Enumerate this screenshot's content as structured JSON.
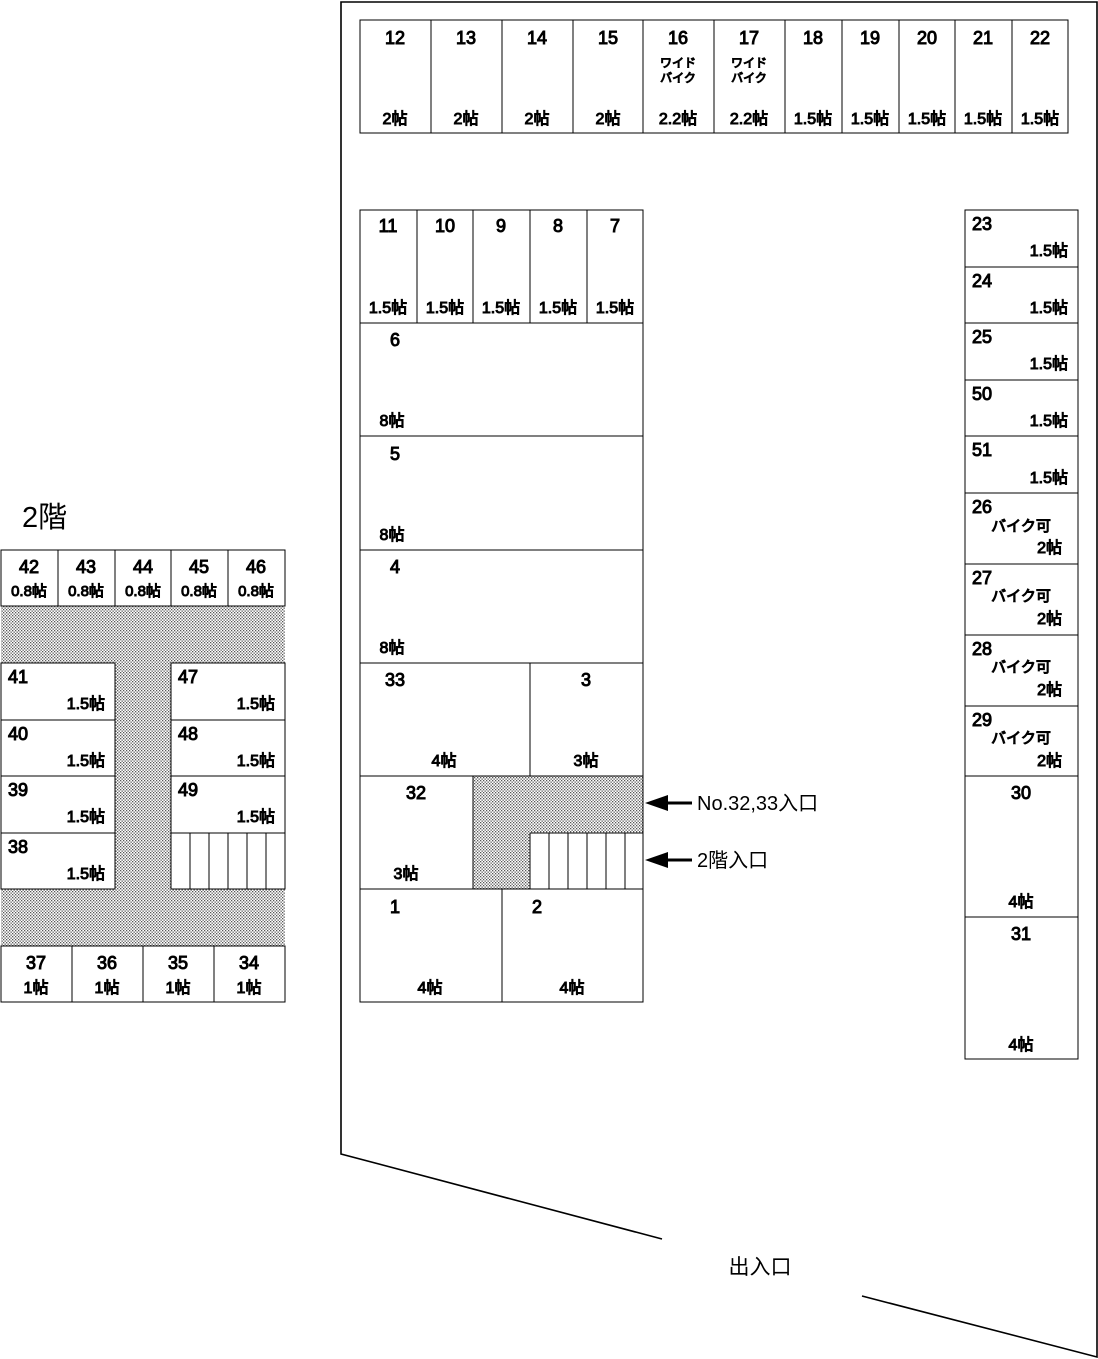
{
  "floor2": {
    "title": "2階",
    "units": [
      {
        "no": "42",
        "size": "0.8帖"
      },
      {
        "no": "43",
        "size": "0.8帖"
      },
      {
        "no": "44",
        "size": "0.8帖"
      },
      {
        "no": "45",
        "size": "0.8帖"
      },
      {
        "no": "46",
        "size": "0.8帖"
      },
      {
        "no": "41",
        "size": "1.5帖"
      },
      {
        "no": "40",
        "size": "1.5帖"
      },
      {
        "no": "39",
        "size": "1.5帖"
      },
      {
        "no": "38",
        "size": "1.5帖"
      },
      {
        "no": "47",
        "size": "1.5帖"
      },
      {
        "no": "48",
        "size": "1.5帖"
      },
      {
        "no": "49",
        "size": "1.5帖"
      },
      {
        "no": "37",
        "size": "1帖"
      },
      {
        "no": "36",
        "size": "1帖"
      },
      {
        "no": "35",
        "size": "1帖"
      },
      {
        "no": "34",
        "size": "1帖"
      }
    ]
  },
  "floor1": {
    "top_row": [
      {
        "no": "12",
        "size": "2帖",
        "note": ""
      },
      {
        "no": "13",
        "size": "2帖",
        "note": ""
      },
      {
        "no": "14",
        "size": "2帖",
        "note": ""
      },
      {
        "no": "15",
        "size": "2帖",
        "note": ""
      },
      {
        "no": "16",
        "size": "2.2帖",
        "note": "ワイド\nバイク"
      },
      {
        "no": "17",
        "size": "2.2帖",
        "note": "ワイド\nバイク"
      },
      {
        "no": "18",
        "size": "1.5帖",
        "note": ""
      },
      {
        "no": "19",
        "size": "1.5帖",
        "note": ""
      },
      {
        "no": "20",
        "size": "1.5帖",
        "note": ""
      },
      {
        "no": "21",
        "size": "1.5帖",
        "note": ""
      },
      {
        "no": "22",
        "size": "1.5帖",
        "note": ""
      }
    ],
    "small_row": [
      {
        "no": "11",
        "size": "1.5帖"
      },
      {
        "no": "10",
        "size": "1.5帖"
      },
      {
        "no": "9",
        "size": "1.5帖"
      },
      {
        "no": "8",
        "size": "1.5帖"
      },
      {
        "no": "7",
        "size": "1.5帖"
      }
    ],
    "wide": [
      {
        "no": "6",
        "size": "8帖"
      },
      {
        "no": "5",
        "size": "8帖"
      },
      {
        "no": "4",
        "size": "8帖"
      }
    ],
    "mid": [
      {
        "no": "33",
        "size": "4帖"
      },
      {
        "no": "3",
        "size": "3帖"
      },
      {
        "no": "32",
        "size": "3帖"
      },
      {
        "no": "1",
        "size": "4帖"
      },
      {
        "no": "2",
        "size": "4帖"
      }
    ],
    "right_col": [
      {
        "no": "23",
        "size": "1.5帖",
        "note": ""
      },
      {
        "no": "24",
        "size": "1.5帖",
        "note": ""
      },
      {
        "no": "25",
        "size": "1.5帖",
        "note": ""
      },
      {
        "no": "50",
        "size": "1.5帖",
        "note": ""
      },
      {
        "no": "51",
        "size": "1.5帖",
        "note": ""
      },
      {
        "no": "26",
        "size": "2帖",
        "note": "バイク可"
      },
      {
        "no": "27",
        "size": "2帖",
        "note": "バイク可"
      },
      {
        "no": "28",
        "size": "2帖",
        "note": "バイク可"
      },
      {
        "no": "29",
        "size": "2帖",
        "note": "バイク可"
      },
      {
        "no": "30",
        "size": "4帖",
        "note": ""
      },
      {
        "no": "31",
        "size": "4帖",
        "note": ""
      }
    ]
  },
  "labels": {
    "entrance_32_33": "No.32,33入口",
    "entrance_2f": "2階入口",
    "main_entrance": "出入口"
  },
  "colors": {
    "line": "#000000",
    "hatch": "#bbbbbb"
  }
}
